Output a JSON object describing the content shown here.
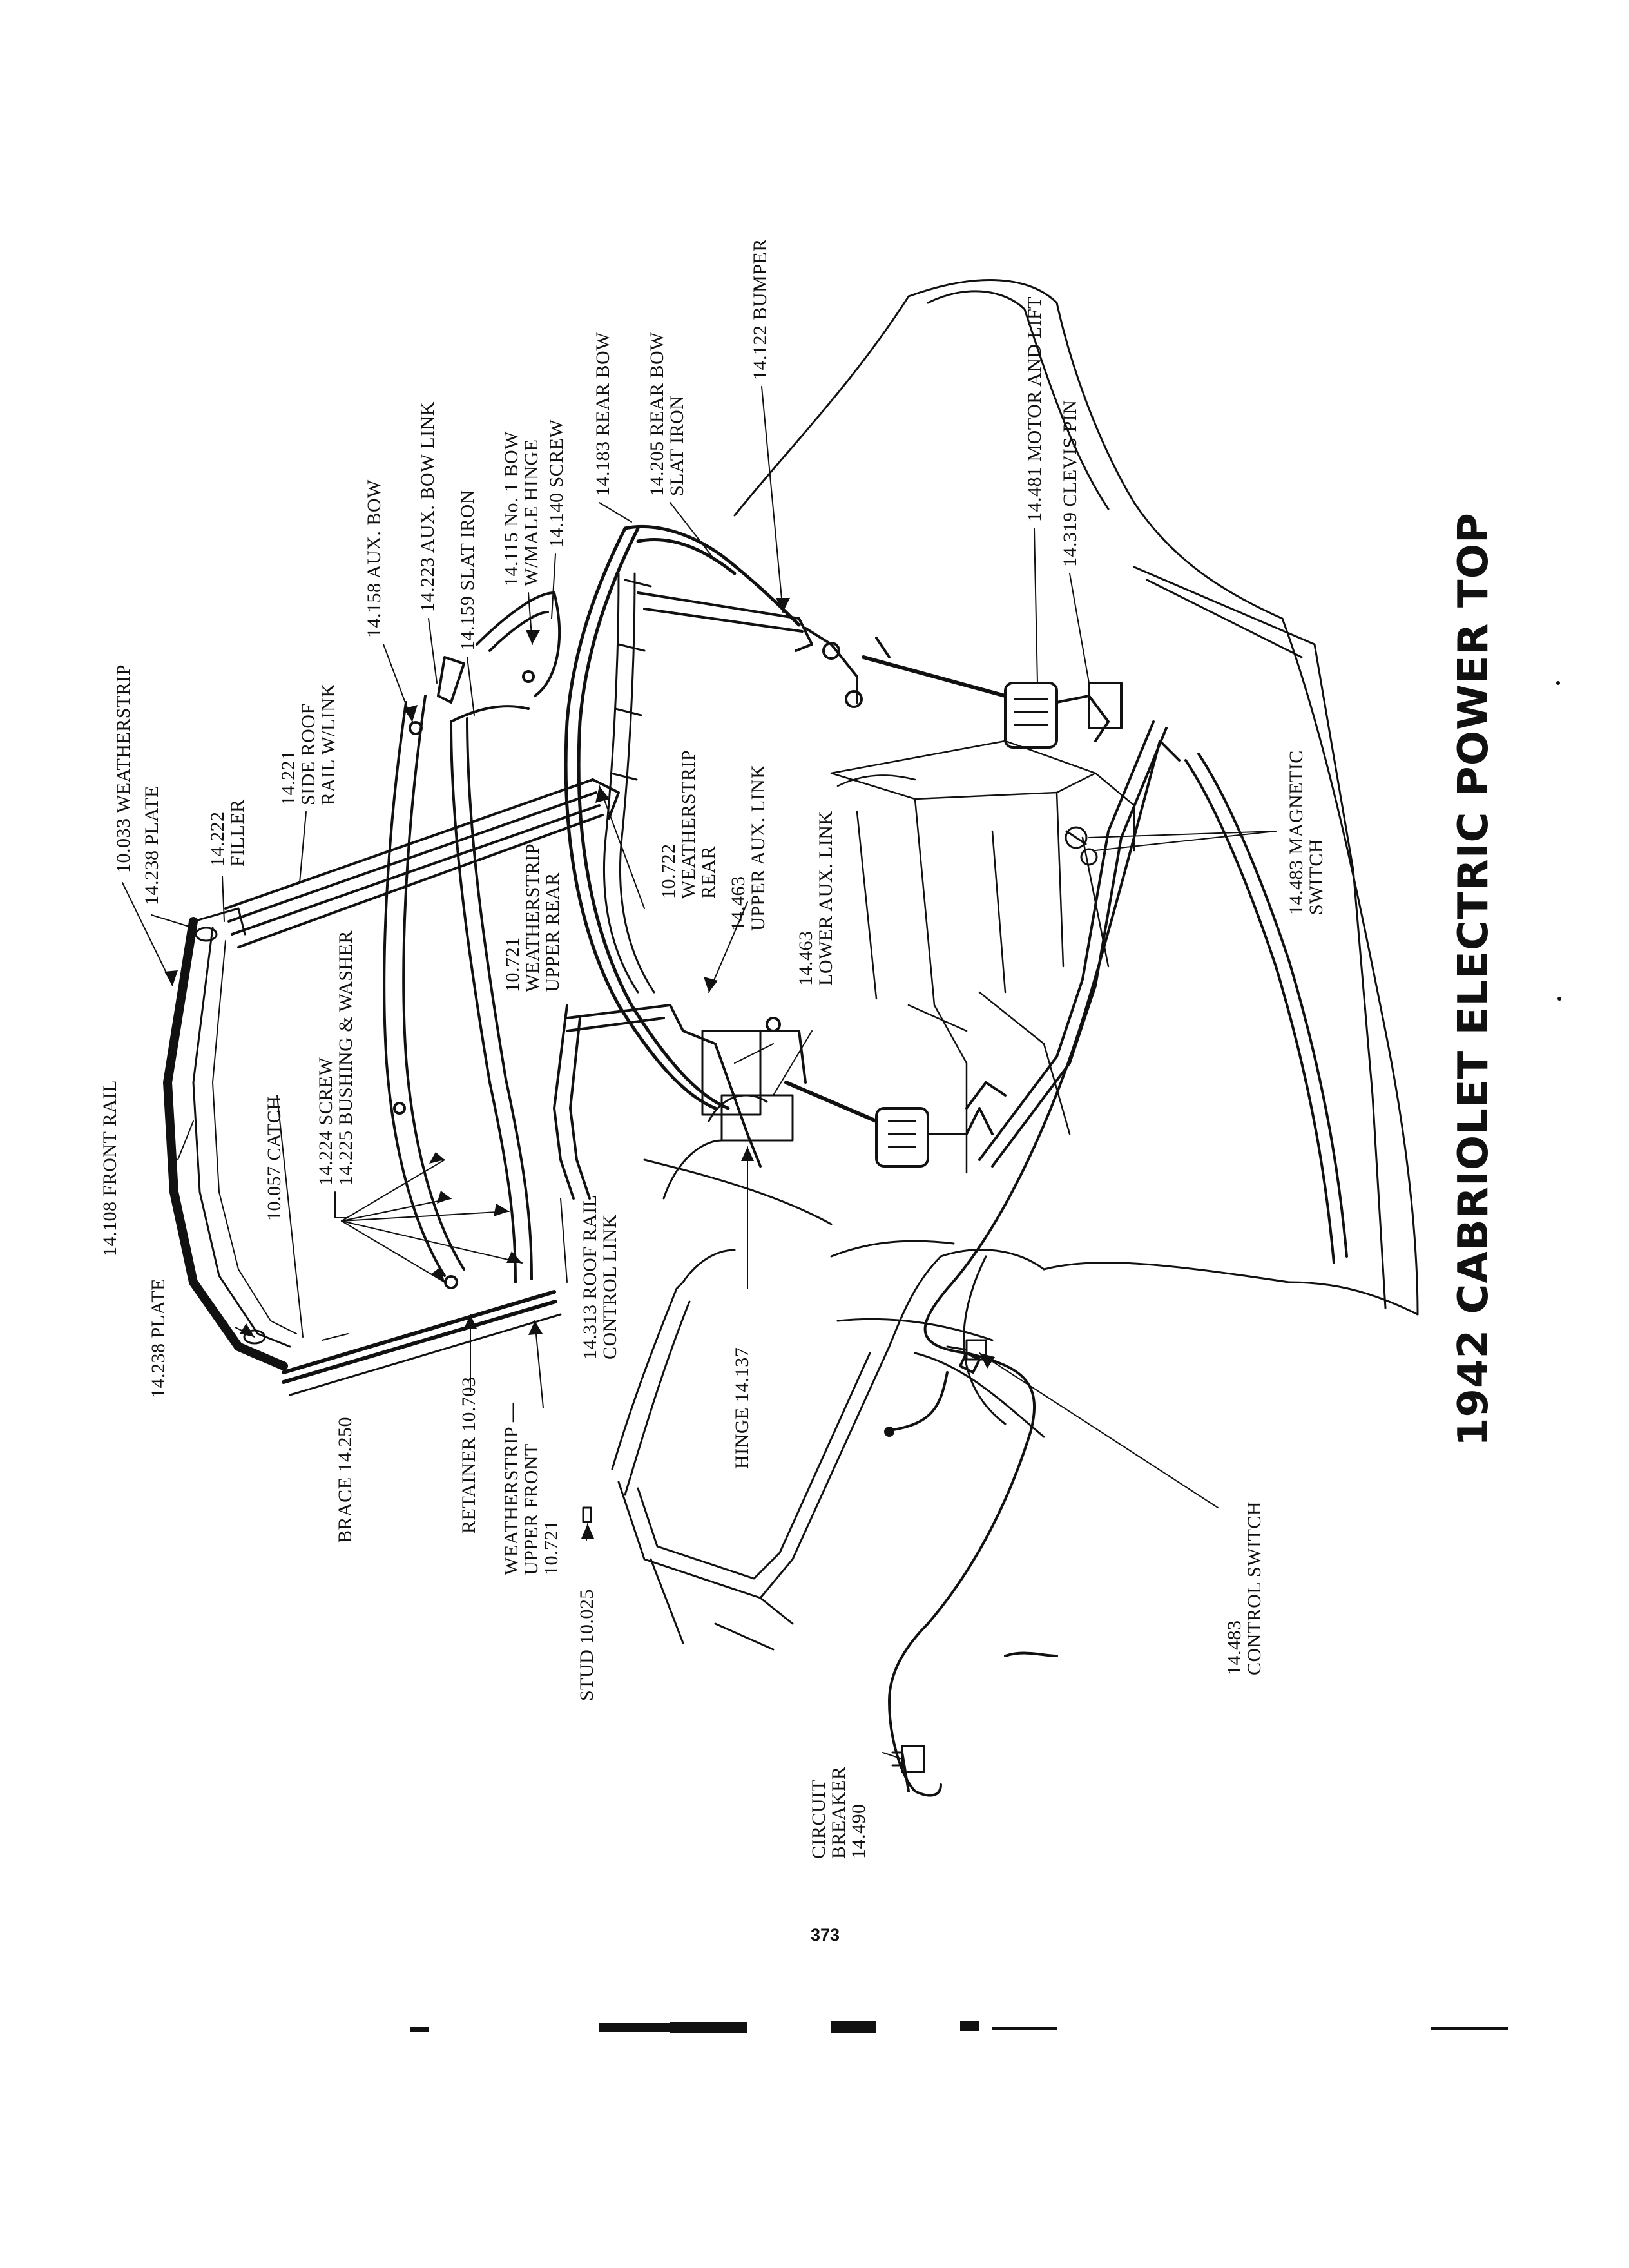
{
  "title": "1942 CABRIOLET ELECTRIC POWER TOP",
  "page_number": "373",
  "labels": {
    "weatherstrip_10033": "10.033 WEATHERSTRIP",
    "plate_14238_top": "14.238 PLATE",
    "filler_14222": "14.222\nFILLER",
    "side_roof_rail_14221": "14.221\nSIDE ROOF\nRAIL W/LINK",
    "aux_bow_14158": "14.158 AUX. BOW",
    "aux_bow_link_14223": "14.223 AUX. BOW LINK",
    "slat_iron_14159": "14.159 SLAT IRON",
    "no1_bow_14115": "14.115 No. 1 BOW\nW/MALE HINGE",
    "screw_14140": "14.140 SCREW",
    "rear_bow_14183": "14.183 REAR BOW",
    "rear_bow_slat_iron_14205": "14.205 REAR BOW\nSLAT IRON",
    "bumper_14122": "14.122 BUMPER",
    "motor_lift_14481": "14.481 MOTOR AND LIFT",
    "clevis_pin_14319": "14.319 CLEVIS PIN",
    "front_rail_14108": "14.108 FRONT RAIL",
    "catch_10057": "10.057 CATCH",
    "screw_bushing_14224": "14.224 SCREW\n14.225 BUSHING & WASHER",
    "weatherstrip_upper_rear_10721": "10.721\nWEATHERSTRIP\nUPPER REAR",
    "weatherstrip_rear_10722": "10.722\nWEATHERSTRIP\nREAR",
    "upper_aux_link_14463": "14.463\nUPPER AUX. LINK",
    "lower_aux_link_14463": "14.463\nLOWER AUX. LINK",
    "magnetic_switch_14483": "14.483 MAGNETIC\nSWITCH",
    "plate_14238_bottom": "14.238 PLATE",
    "brace_14250": "BRACE 14.250",
    "retainer_10703": "RETAINER 10.703",
    "weatherstrip_upper_front": "WEATHERSTRIP —\nUPPER FRONT\n10.721",
    "roof_rail_control_link_14313": "14.313 ROOF RAIL\nCONTROL LINK",
    "hinge_14137": "HINGE 14.137",
    "stud_10025": "STUD 10.025",
    "control_switch_14483": "14.483\nCONTROL SWITCH",
    "circuit_breaker_14490": "CIRCUIT\nBREAKER\n14.490"
  }
}
